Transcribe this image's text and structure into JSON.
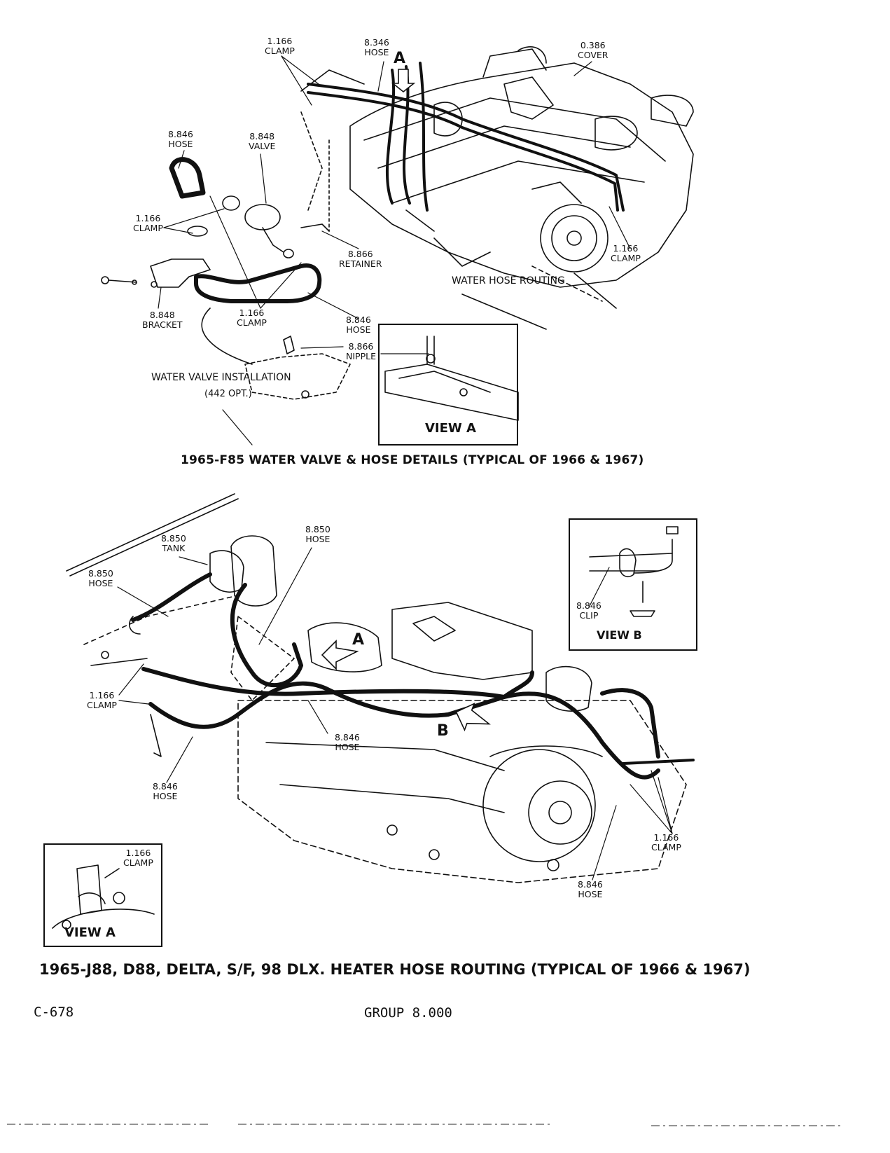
{
  "top_diagram": {
    "labels": {
      "clamp_a": {
        "code": "1.166",
        "name": "CLAMP"
      },
      "hose_a": {
        "code": "8.346",
        "name": "HOSE"
      },
      "cover": {
        "code": "0.386",
        "name": "COVER"
      },
      "hose_b": {
        "code": "8.846",
        "name": "HOSE"
      },
      "valve": {
        "code": "8.848",
        "name": "VALVE"
      },
      "clamp_b": {
        "code": "1.166",
        "name": "CLAMP"
      },
      "retainer": {
        "code": "8.866",
        "name": "RETAINER"
      },
      "clamp_c": {
        "code": "1.166",
        "name": "CLAMP"
      },
      "bracket": {
        "code": "8.848",
        "name": "BRACKET"
      },
      "clamp_d": {
        "code": "1.166",
        "name": "CLAMP"
      },
      "hose_c": {
        "code": "8.846",
        "name": "HOSE"
      },
      "nipple": {
        "code": "8.866",
        "name": "NIPPLE"
      }
    },
    "marker_a": "A",
    "water_hose_routing": "WATER HOSE ROUTING",
    "water_valve_installation": "WATER VALVE INSTALLATION",
    "opt_note": "(442 OPT.)",
    "view_a": "VIEW A",
    "caption": "1965-F85 WATER VALVE & HOSE DETAILS (TYPICAL OF 1966 & 1967)"
  },
  "bottom_diagram": {
    "labels": {
      "tank": {
        "code": "8.850",
        "name": "TANK"
      },
      "hose_top": {
        "code": "8.850",
        "name": "HOSE"
      },
      "hose_left": {
        "code": "8.850",
        "name": "HOSE"
      },
      "clamp_left": {
        "code": "1.166",
        "name": "CLAMP"
      },
      "hose_mid": {
        "code": "8.846",
        "name": "HOSE"
      },
      "hose_low": {
        "code": "8.846",
        "name": "HOSE"
      },
      "clip": {
        "code": "8.846",
        "name": "CLIP"
      },
      "clamp_right": {
        "code": "1.166",
        "name": "CLAMP"
      },
      "hose_right": {
        "code": "8.846",
        "name": "HOSE"
      },
      "clamp_inset": {
        "code": "1.166",
        "name": "CLAMP"
      }
    },
    "marker_a": "A",
    "marker_b": "B",
    "view_b": "VIEW B",
    "view_a": "VIEW A",
    "caption": "1965-J88, D88, DELTA, S/F, 98 DLX. HEATER HOSE ROUTING (TYPICAL OF 1966 & 1967)"
  },
  "footer": {
    "page_code": "C-678",
    "group": "GROUP 8.000"
  }
}
